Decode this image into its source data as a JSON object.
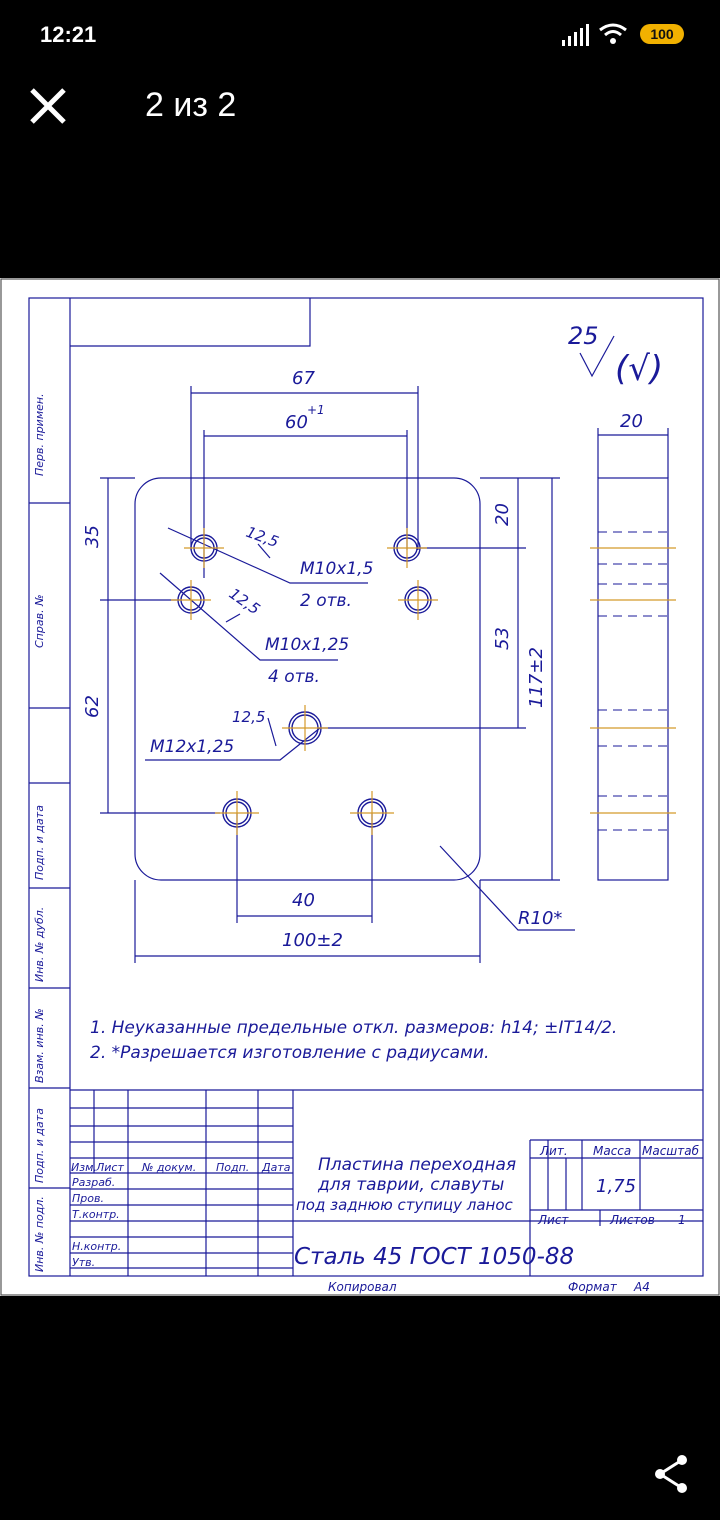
{
  "status": {
    "time": "12:21",
    "battery": "100"
  },
  "header": {
    "counter": "2 из 2"
  },
  "drawing": {
    "roughness_value": "25",
    "roughness_symbol": "(√)",
    "dims": {
      "top_67": "67",
      "top_60": "60",
      "top_60_tol": "+1",
      "thickness_20": "20",
      "left_35": "35",
      "left_62": "62",
      "right_20": "20",
      "right_53": "53",
      "right_117": "117±2",
      "bottom_40": "40",
      "bottom_100": "100±2",
      "radius": "R10*"
    },
    "rough_12_5": "12,5",
    "thread_1": {
      "size": "M10x1,5",
      "count": "2 отв."
    },
    "thread_2": {
      "size": "M10x1,25",
      "count": "4 отв."
    },
    "thread_3": {
      "size": "M12x1,25"
    },
    "notes": [
      "1. Неуказанные предельные откл. размеров: h14; ±IT14/2.",
      "2. *Разрешается изготовление с радиусами."
    ],
    "side_labels": [
      "Перв. примен.",
      "Справ. №",
      "Подп. и дата",
      "Инв. № дубл.",
      "Взам. инв. №",
      "Подп. и дата",
      "Инв. № подл."
    ],
    "title_block": {
      "headers": [
        "Изм.",
        "Лист",
        "№ докум.",
        "Подп.",
        "Дата"
      ],
      "rows": [
        "Разраб.",
        "Пров.",
        "Т.контр.",
        "Н.контр.",
        "Утв."
      ],
      "title_lines": [
        "Пластина переходная",
        "для таврии, славуты",
        "под заднюю ступицу ланос"
      ],
      "lit": "Лит.",
      "mass": "Масса",
      "scale": "Масштаб",
      "mass_value": "1,75",
      "sheet": "Лист",
      "sheets": "Листов",
      "sheets_value": "1",
      "material": "Сталь 45 ГОСТ 1050-88",
      "copied": "Копировал",
      "format_label": "Формат",
      "format_value": "A4"
    }
  },
  "colors": {
    "line": "#1a1a99",
    "center": "#d49a2a",
    "bg": "#000000"
  }
}
